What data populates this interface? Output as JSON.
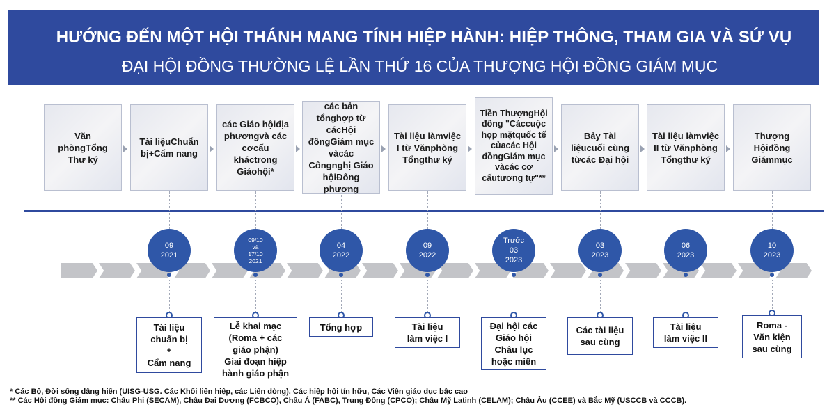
{
  "header": {
    "title": "HƯỚNG ĐẾN MỘT HỘI THÁNH MANG TÍNH HIỆP HÀNH: HIỆP THÔNG, THAM GIA VÀ SỨ VỤ",
    "subtitle": "ĐẠI HỘI ĐỒNG THƯỜNG LỆ LẦN THỨ 16 CỦA THƯỢNG HỘI ĐỒNG GIÁM MỤC"
  },
  "top_boxes": [
    {
      "lines": [
        "Văn phòng",
        "Tổng Thư ký"
      ]
    },
    {
      "lines": [
        "Tài liệu",
        "Chuẩn bị",
        "+",
        "Cẩm nang"
      ]
    },
    {
      "lines": [
        "các Giáo hội",
        "địa phương",
        "và các cơ",
        "cấu khác",
        "trong Giáo",
        "hội*"
      ]
    },
    {
      "lines": [
        "các bản tổng",
        "hợp từ các",
        "Hội đồng",
        "Giám mục và",
        "các Công",
        "nghị Giáo hội",
        "Đông phương"
      ]
    },
    {
      "lines": [
        "Tài liệu làm",
        "việc I từ Văn",
        "phòng Tổng",
        "thư ký"
      ]
    },
    {
      "lines": [
        "Tiền Thượng",
        "Hội đồng \"Các",
        "cuộc họp mặt",
        "quốc tế của",
        "các Hội đồng",
        "Giám mục và",
        "các cơ cấu",
        "tương tự\"**"
      ]
    },
    {
      "lines": [
        "Bảy Tài liệu",
        "cuối cùng từ",
        "các Đại hội"
      ]
    },
    {
      "lines": [
        "Tài liệu làm",
        "việc II từ Văn",
        "phòng Tổng",
        "thư ký"
      ]
    },
    {
      "lines": [
        "Thượng Hội",
        "đồng Giám",
        "mục"
      ]
    }
  ],
  "dates": [
    {
      "lines": [
        "09",
        "2021"
      ]
    },
    {
      "lines": [
        "09/10",
        "và",
        "17/10",
        "2021"
      ]
    },
    {
      "lines": [
        "04",
        "2022"
      ]
    },
    {
      "lines": [
        "09",
        "2022"
      ]
    },
    {
      "lines": [
        "Trước",
        "03",
        "2023"
      ]
    },
    {
      "lines": [
        "03",
        "2023"
      ]
    },
    {
      "lines": [
        "06",
        "2023"
      ]
    },
    {
      "lines": [
        "10",
        "2023"
      ]
    }
  ],
  "bottom_boxes": [
    {
      "lines": [
        "Tài liệu",
        "chuẩn bị",
        "+",
        "Cẩm nang"
      ]
    },
    {
      "lines": [
        "Lễ khai mạc",
        "(Roma + các",
        "giáo phận)",
        "Giai đoạn hiệp",
        "hành giáo phận"
      ]
    },
    {
      "lines": [
        "Tổng hợp"
      ]
    },
    {
      "lines": [
        "Tài liệu",
        "làm việc I"
      ]
    },
    {
      "lines": [
        "Đại hội các",
        "Giáo hội",
        "Châu lục",
        "hoặc miền"
      ]
    },
    {
      "lines": [
        "Các tài liệu",
        "sau cùng"
      ]
    },
    {
      "lines": [
        "Tài liệu",
        "làm việc II"
      ]
    },
    {
      "lines": [
        "Roma -",
        "Văn kiện",
        "sau cùng"
      ]
    }
  ],
  "footnotes": {
    "note1": "* Các Bộ, Đời sống dâng hiến (UISG-USG. Các Khối liên hiệp, các Liên dòng), Các hiệp hội tín hữu, Các Viện giáo dục bậc cao",
    "note2": "** Các Hội đồng Giám mục: Châu Phi (SECAM), Châu Đại Dương (FCBCO), Châu Á (FABC), Trung Đông (CPCO); Châu Mỹ Latinh (CELAM); Châu Âu (CCEE) và Bắc Mỹ (USCCB và CCCB)."
  },
  "colors": {
    "banner": "#2f4a9e",
    "circle": "#2f57a8",
    "timeline": "#2f4a9e",
    "arrow": "#c3c4c8"
  }
}
